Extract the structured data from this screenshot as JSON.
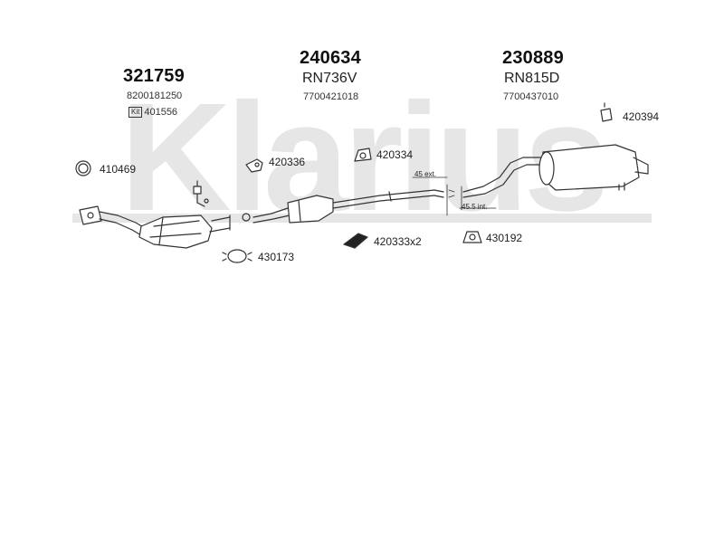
{
  "brand_watermark": "Klarius",
  "groups": [
    {
      "part": "321759",
      "ref": "",
      "oe": "8200181250"
    },
    {
      "part": "240634",
      "ref": "RN736V",
      "oe": "7700421018"
    },
    {
      "part": "230889",
      "ref": "RN815D",
      "oe": "7700437010"
    }
  ],
  "kit": {
    "badge": "Kit",
    "number": "401556"
  },
  "fittings": {
    "f410469": "410469",
    "f420336": "420336",
    "f420334": "420334",
    "f420394": "420394",
    "f430173": "430173",
    "f420333": "420333x2",
    "f430192": "430192"
  },
  "dimensions": {
    "ext": "45 ext.",
    "int": "45.5 int."
  },
  "colors": {
    "line": "#333333",
    "watermark": "#e4e4e4"
  }
}
